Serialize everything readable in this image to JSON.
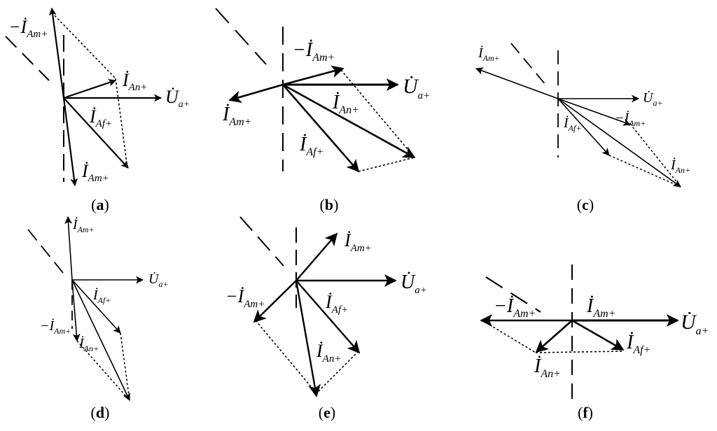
{
  "figure": {
    "panels": [
      {
        "caption": {
          "open": "(",
          "letter": "a",
          "close": ")"
        },
        "labels": {
          "neg_i_am": {
            "text": "−İ",
            "sub": "Am+"
          },
          "i_an": {
            "text": "İ",
            "sub": "An+"
          },
          "u_a": {
            "text": "U̇",
            "sub": "a+"
          },
          "i_af": {
            "text": "İ",
            "sub": "Af+"
          },
          "i_am": {
            "text": "İ",
            "sub": "Am+"
          }
        }
      },
      {
        "caption": {
          "open": "(",
          "letter": "b",
          "close": ")"
        },
        "labels": {
          "neg_i_am": {
            "text": "−İ",
            "sub": "Am+"
          },
          "u_a": {
            "text": "U̇",
            "sub": "a+"
          },
          "i_an": {
            "text": "İ",
            "sub": "An+"
          },
          "i_am": {
            "text": "İ",
            "sub": "Am+"
          },
          "i_af": {
            "text": "İ",
            "sub": "Af+"
          }
        }
      },
      {
        "caption": {
          "open": "(",
          "letter": "c",
          "close": ")"
        },
        "labels": {
          "i_am": {
            "text": "İ",
            "sub": "Am+"
          },
          "u_a": {
            "text": "U̇",
            "sub": "a+"
          },
          "i_af": {
            "text": "İ",
            "sub": "Af+"
          },
          "neg_i_am": {
            "text": "−İ",
            "sub": "Am+"
          },
          "i_an": {
            "text": "İ",
            "sub": "An+"
          }
        }
      },
      {
        "caption": {
          "open": "(",
          "letter": "d",
          "close": ")"
        },
        "labels": {
          "i_am": {
            "text": "İ",
            "sub": "Am+"
          },
          "u_a": {
            "text": "U̇",
            "sub": "a+"
          },
          "i_af": {
            "text": "İ",
            "sub": "Af+"
          },
          "neg_i_am": {
            "text": "−İ",
            "sub": "Am+"
          },
          "i_an": {
            "text": "İ",
            "sub": "An+"
          }
        }
      },
      {
        "caption": {
          "open": "(",
          "letter": "e",
          "close": ")"
        },
        "labels": {
          "i_am": {
            "text": "İ",
            "sub": "Am+"
          },
          "u_a": {
            "text": "U̇",
            "sub": "a+"
          },
          "neg_i_am": {
            "text": "−İ",
            "sub": "Am+"
          },
          "i_af": {
            "text": "İ",
            "sub": "Af+"
          },
          "i_an": {
            "text": "İ",
            "sub": "An+"
          }
        }
      },
      {
        "caption": {
          "open": "(",
          "letter": "f",
          "close": ")"
        },
        "labels": {
          "neg_i_am": {
            "text": "−İ",
            "sub": "Am+"
          },
          "i_am": {
            "text": "İ",
            "sub": "Am+"
          },
          "u_a": {
            "text": "U̇",
            "sub": "a+"
          },
          "i_af": {
            "text": "İ",
            "sub": "Af+"
          },
          "i_an": {
            "text": "İ",
            "sub": "An+"
          }
        }
      }
    ]
  }
}
